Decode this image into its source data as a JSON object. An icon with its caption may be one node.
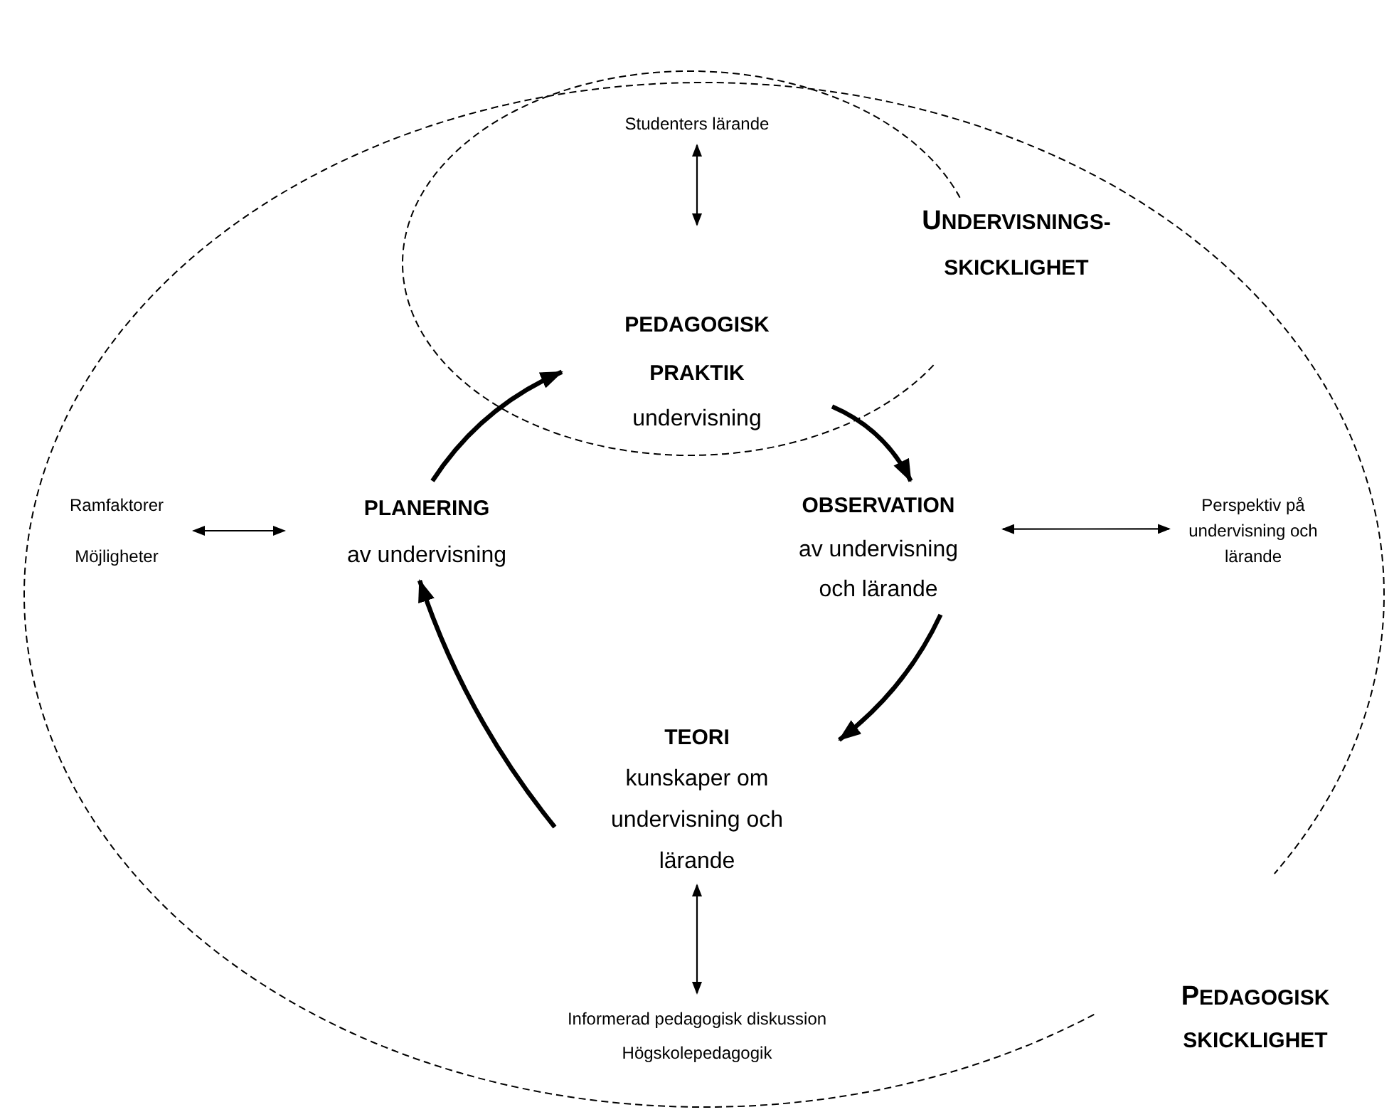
{
  "diagram": {
    "nodes": [
      {
        "text": [
          "PEDAGOGISK SKICKLIGHET"
        ]
      },
      {
        "text": [
          "UNDERVISNINGS- SKICKLIGHET"
        ],
        "in": 0
      },
      {
        "text": [
          "Studenters lärande"
        ],
        "in": 1
      },
      {
        "text": [
          "PEDAGOGISK PRAKTIK",
          "undervisning"
        ],
        "in": 1
      },
      {
        "text": [
          "Ramfaktorer",
          "Möjligheter"
        ],
        "in": 0
      },
      {
        "text": [
          "PLANERING",
          "av undervisning"
        ],
        "in": 0
      },
      {
        "text": [
          "OBSERVATION",
          "av undervisning och lärande"
        ],
        "in": 0
      },
      {
        "text": [
          "Perspektiv på undervisning och lärande"
        ],
        "in": 0
      },
      {
        "text": [
          "TEORI",
          "kunskaper om undervisning och lärande"
        ],
        "in": 0
      },
      {
        "text": [
          "Informerad pedagogisk diskussion",
          "Högskolepedagogik"
        ],
        "in": 0
      }
    ],
    "edges": [
      {
        "from": 2,
        "to": 3,
        "arrow": "both"
      },
      {
        "from": 5,
        "to": 3,
        "arrow": "to",
        "style": "thick"
      },
      {
        "from": 3,
        "to": 6,
        "arrow": "to",
        "style": "thick"
      },
      {
        "from": 6,
        "to": 8,
        "arrow": "to",
        "style": "thick"
      },
      {
        "from": 8,
        "to": 5,
        "arrow": "to",
        "style": "thick"
      },
      {
        "from": 4,
        "to": 5,
        "arrow": "both"
      },
      {
        "from": 6,
        "to": 7,
        "arrow": "both"
      },
      {
        "from": 8,
        "to": 9,
        "arrow": "both"
      }
    ]
  }
}
